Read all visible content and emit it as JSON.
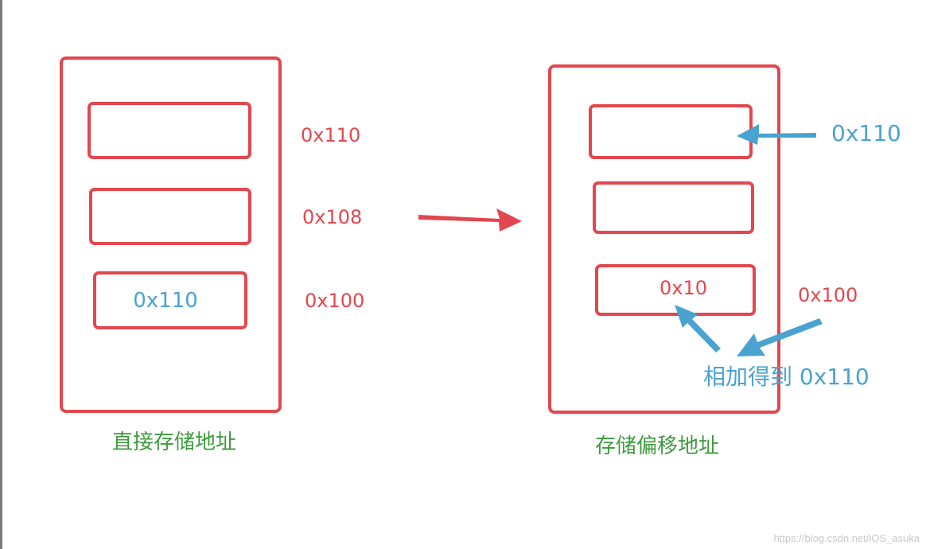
{
  "left_panel": {
    "cell_value": "0x110",
    "address_labels": [
      "0x110",
      "0x108",
      "0x100"
    ],
    "caption": "直接存储地址"
  },
  "right_panel": {
    "pointer_label": "0x110",
    "cell_value": "0x10",
    "base_address_label": "0x100",
    "sum_label": "相加得到 0x110",
    "caption": "存储偏移地址"
  },
  "colors": {
    "box_border": "#e2474f",
    "address_text": "#e2474f",
    "highlight_text": "#4aa3cf",
    "caption_text": "#3f9a3f",
    "transition_arrow": "#e2474f",
    "annotation_arrow": "#4aa3cf"
  },
  "watermark": "https://blog.csdn.net/iOS_asuka"
}
